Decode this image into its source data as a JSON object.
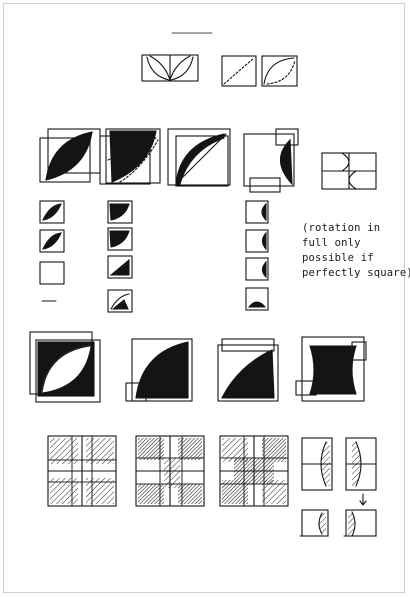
{
  "annotation": {
    "lines": [
      "(rotation in",
      "full only",
      "possible if",
      "perfectly square)"
    ]
  },
  "colors": {
    "ink": "#141414",
    "paper": "#ffffff"
  }
}
